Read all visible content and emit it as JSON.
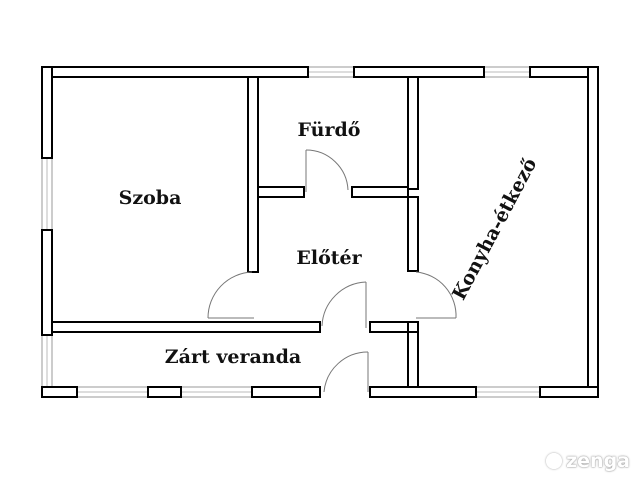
{
  "rooms": {
    "szoba": "Szoba",
    "furdo": "Fürdő",
    "eloter": "Előtér",
    "konyha": "Konyha-étkező",
    "veranda": "Zárt veranda"
  },
  "watermark": "zenga"
}
